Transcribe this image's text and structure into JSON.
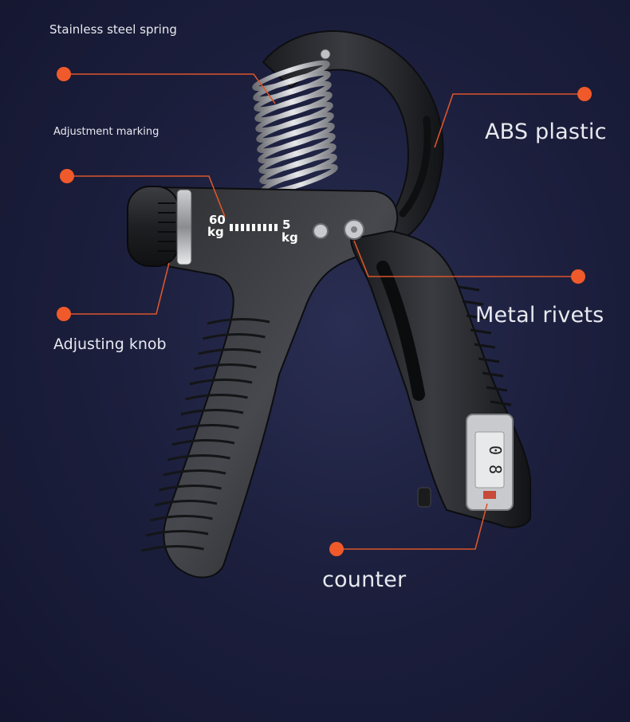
{
  "callouts": {
    "spring": "Stainless steel spring",
    "marking": "Adjustment marking",
    "knob": "Adjusting knob",
    "abs": "ABS plastic",
    "rivets": "Metal rivets",
    "counter": "counter"
  },
  "scale": {
    "max_value": "60",
    "max_unit": "kg",
    "min_value": "5",
    "min_unit": "kg"
  },
  "counter_display": {
    "digits": "0 8"
  },
  "colors": {
    "background": "#1c1f3d",
    "callout_dot": "#f05a2a",
    "callout_line": "#d9552c",
    "body": "#2b2c30",
    "text": "#e8e9f0"
  }
}
